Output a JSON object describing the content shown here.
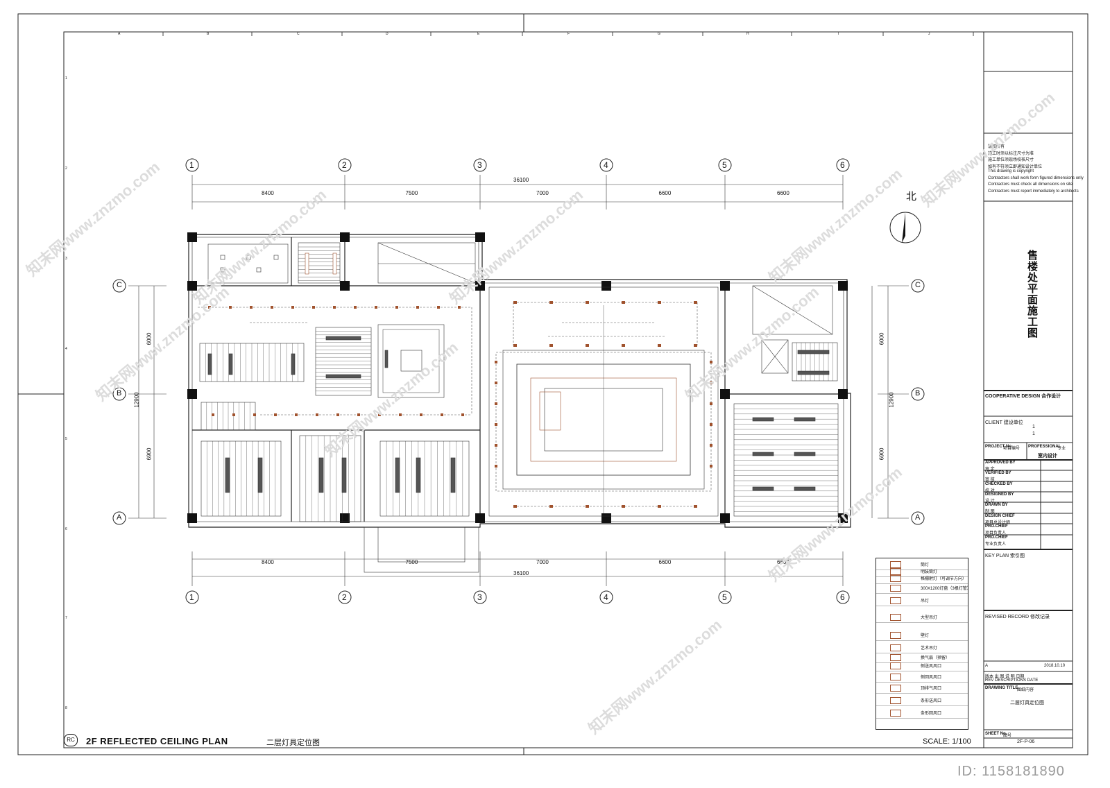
{
  "grid_cols": [
    "1",
    "2",
    "3",
    "4",
    "5",
    "6"
  ],
  "grid_rows": [
    "C",
    "B",
    "A"
  ],
  "dims_top_total": "36100",
  "dims_top": [
    "8400",
    "7500",
    "7000",
    "6600",
    "6600"
  ],
  "dims_bottom_total": "36100",
  "dims_bottom": [
    "8400",
    "7500",
    "7000",
    "6600",
    "6600"
  ],
  "dims_left_total": "12900",
  "dims_left": [
    "6000",
    "6900"
  ],
  "dims_right_total": "12900",
  "dims_right": [
    "6000",
    "6900"
  ],
  "frame_letters": [
    "A",
    "B",
    "C",
    "D",
    "E",
    "F",
    "G",
    "H",
    "I",
    "J"
  ],
  "frame_numbers": [
    "1",
    "2",
    "3",
    "4",
    "5",
    "6",
    "7",
    "8"
  ],
  "north_label": "北",
  "title_block": {
    "notes": [
      "版权所有",
      "施工时须以标注尺寸为准",
      "施工单位须现场校核尺寸",
      "如有不符须立即通知设计单位",
      "This drawing is copyright",
      "Contractors shall work form figured dimensions only",
      "Contractors must check all dimensions on site",
      "Contractors must report immediately to architects"
    ],
    "project_title": "售楼处平面施工图",
    "cooperative": "COOPERATIVE DESIGN 合作设计",
    "client": "CLIENT 建设单位",
    "client_v1": "1",
    "client_v2": "1",
    "project_no": "PROJECT No.",
    "project_no_cn": "项目编号",
    "professional": "PROFESSIONAL",
    "professional_cn": "专业",
    "professional_val": "室内设计",
    "roles": [
      {
        "en": "APPROVED BY",
        "cn": "审  定"
      },
      {
        "en": "VERIFIED BY",
        "cn": "审  核"
      },
      {
        "en": "CHECKED BY",
        "cn": "校  对"
      },
      {
        "en": "DESIGNED BY",
        "cn": "设  计"
      },
      {
        "en": "DRAWN BY",
        "cn": "制  图"
      },
      {
        "en": "DESIGN CHIEF",
        "cn": "项目总设计师"
      },
      {
        "en": "PRO.CHIEF",
        "cn": "项目负责人"
      },
      {
        "en": "PRO.CHIEF",
        "cn": "专业负责人"
      }
    ],
    "key_plan": "KEY PLAN 索引图",
    "revised": "REVISED RECORD 修改记录",
    "rev_letter": "A",
    "rev_date": "2018.10.10",
    "rev_h1": "版本   出 图 说 明         日期",
    "rev_h2": "REV   DESCRIPTIONS       DATE",
    "drawing_title_label": "DRAWING TITLE",
    "drawing_title_cn": "图纸内容",
    "drawing_title_val": "二层灯具定位图",
    "sheet_no_label": "SHEET No.",
    "sheet_no_cn": "图号",
    "sheet_no": "2F-P-06"
  },
  "plan_title": "2F REFLECTED CEILING PLAN",
  "plan_title_cn": "二层灯具定位图",
  "plan_tag": "RC",
  "scale": "SCALE: 1/100",
  "legend": [
    {
      "icon": "downlight-icon",
      "text": "筒灯"
    },
    {
      "icon": "spotlight-icon",
      "text": "明装筒灯"
    },
    {
      "icon": "grille-light-icon",
      "text": "格栅射灯（可调节方向）"
    },
    {
      "icon": "panel-light-icon",
      "text": "300X1200灯盘（3根灯管）"
    },
    {
      "icon": "square-lamp-icon",
      "text": "吊灯"
    },
    {
      "icon": "large-lamp-icon",
      "text": "大型吊灯"
    },
    {
      "icon": "wall-lamp-icon",
      "text": "壁灯"
    },
    {
      "icon": "art-lamp-icon",
      "text": "艺术吊灯"
    },
    {
      "icon": "exhaust-icon",
      "text": "换气扇（预留）"
    },
    {
      "icon": "supply-vent-icon",
      "text": "侧送风风口"
    },
    {
      "icon": "return-vent-icon",
      "text": "侧回风风口"
    },
    {
      "icon": "exhaust-vent-icon",
      "text": "顶排气风口"
    },
    {
      "icon": "linear-supply-icon",
      "text": "条形送风口"
    },
    {
      "icon": "linear-return-icon",
      "text": "条形回风口"
    }
  ],
  "watermark": "知末网www.znzmo.com",
  "sheet_id": "ID: 1158181890"
}
